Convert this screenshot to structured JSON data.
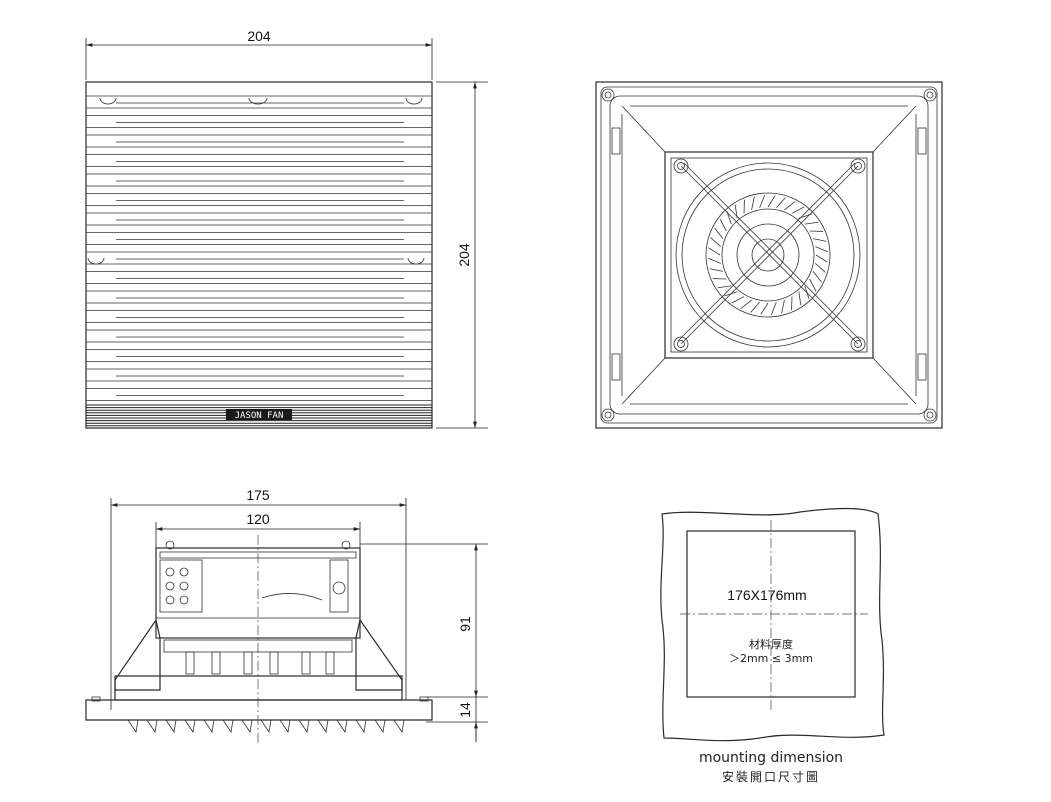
{
  "front_view": {
    "width_dim": "204",
    "height_dim": "204",
    "brand": "JASON FAN"
  },
  "side_view": {
    "outer_dim": "175",
    "inner_dim": "120",
    "height_dim": "91",
    "flange_dim": "14"
  },
  "mounting": {
    "size_label": "176X176mm",
    "material_label": "材料厚度",
    "thickness_label": "＞2mm ≤ 3mm",
    "caption": "mounting dimension",
    "caption_cn": "安裝開口尺寸圖"
  }
}
